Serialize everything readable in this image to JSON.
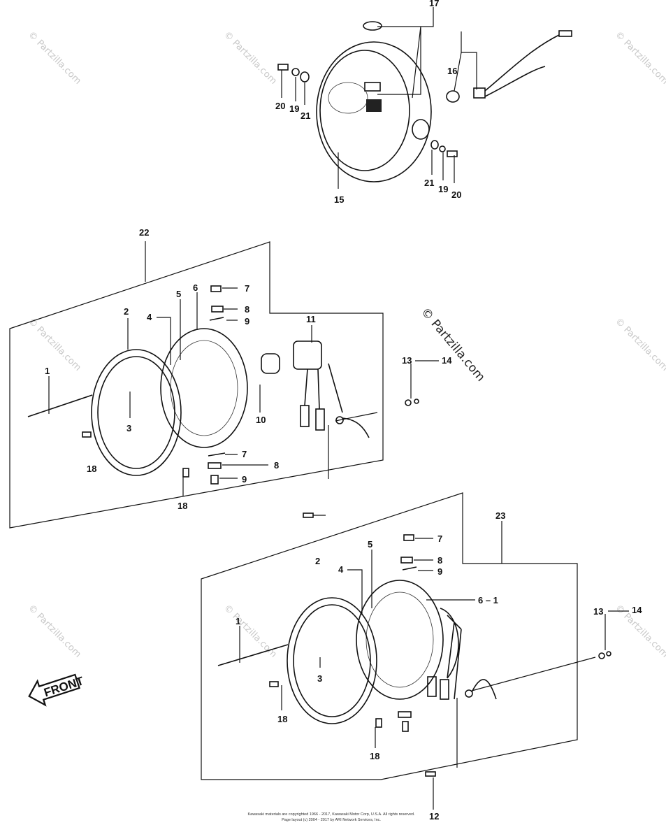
{
  "callouts": {
    "top": [
      "17",
      "16",
      "20",
      "19",
      "21",
      "15",
      "21",
      "19",
      "20"
    ],
    "group_a": [
      "22",
      "1",
      "2",
      "3",
      "4",
      "5",
      "6",
      "7",
      "8",
      "9",
      "10",
      "11",
      "13",
      "14",
      "7",
      "8",
      "9",
      "18",
      "18"
    ],
    "group_b": [
      "23",
      "1",
      "2",
      "3",
      "4",
      "5",
      "6 – 1",
      "7",
      "8",
      "9",
      "13",
      "14",
      "18",
      "18",
      "12"
    ]
  },
  "front_label": "FRONT",
  "watermark": {
    "site": "© Partzilla.com"
  },
  "copyright": {
    "line1": "Kawasaki materials are copyrighted 1966 - 2017, Kawasaki Motor Corp, U.S.A. All rights reserved.",
    "line2": "Page layout (c) 2004 - 2017 by ARI Network Services, Inc."
  }
}
